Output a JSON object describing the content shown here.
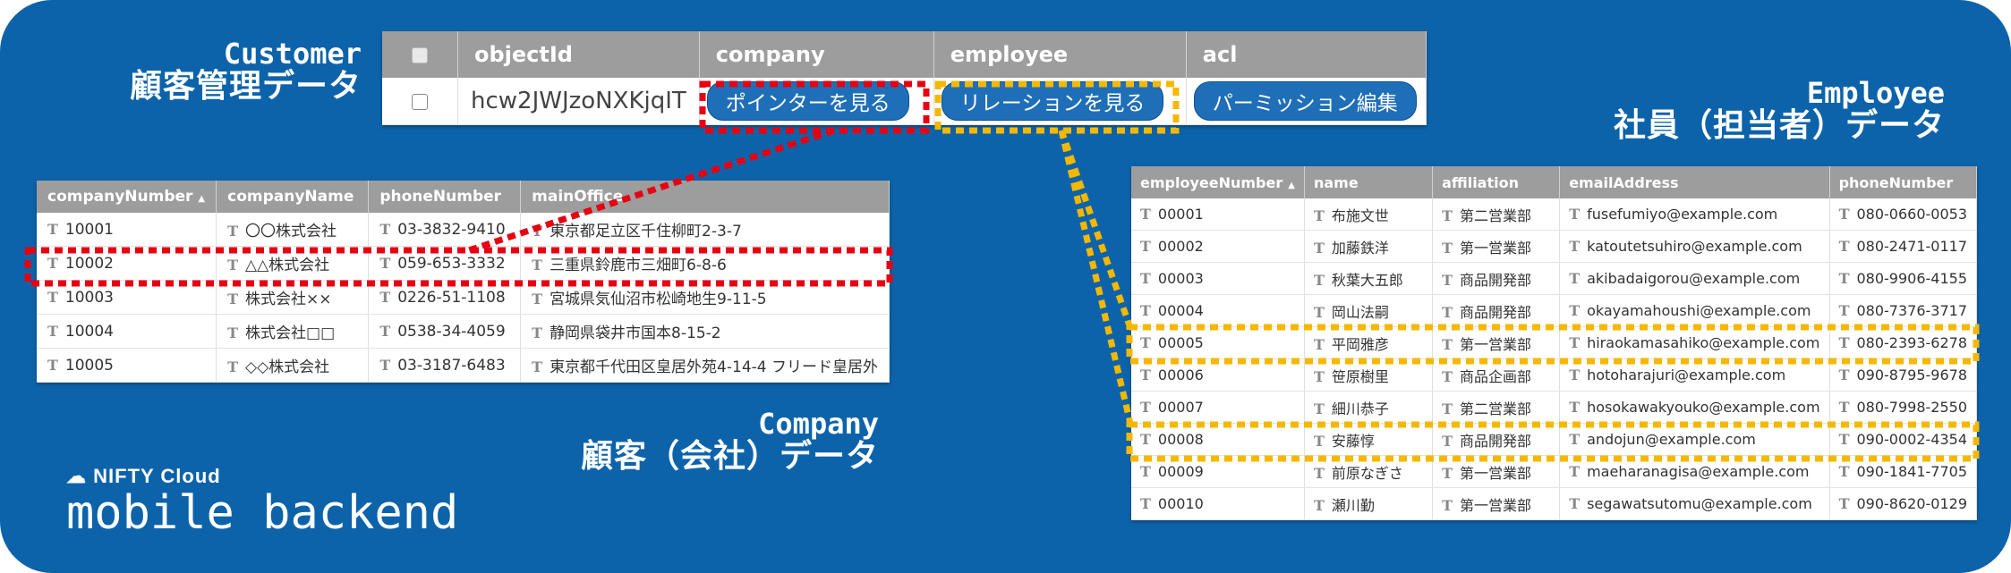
{
  "labels": {
    "customer_en": "Customer",
    "customer_ja": "顧客管理データ",
    "company_en": "Company",
    "company_ja": "顧客（会社）データ",
    "employee_en": "Employee",
    "employee_ja": "社員（担当者）データ"
  },
  "customer": {
    "headers": [
      "objectId",
      "company",
      "employee",
      "acl"
    ],
    "row": {
      "objectId": "hcw2JWJzoNXKjqIT",
      "company_button": "ポインターを見る",
      "employee_button": "リレーションを見る",
      "acl_button": "パーミッション編集"
    }
  },
  "company": {
    "headers": [
      "companyNumber",
      "companyName",
      "phoneNumber",
      "mainOffice"
    ],
    "rows": [
      [
        "10001",
        "〇〇株式会社",
        "03-3832-9410",
        "東京都足立区千住柳町2-3-7"
      ],
      [
        "10002",
        "△△株式会社",
        "059-653-3332",
        "三重県鈴鹿市三畑町6-8-6"
      ],
      [
        "10003",
        "株式会社××",
        "0226-51-1108",
        "宮城県気仙沼市松崎地生9-11-5"
      ],
      [
        "10004",
        "株式会社□□",
        "0538-34-4059",
        "静岡県袋井市国本8-15-2"
      ],
      [
        "10005",
        "◇◇株式会社",
        "03-3187-6483",
        "東京都千代田区皇居外苑4-14-4 フリード皇居外"
      ]
    ]
  },
  "employee": {
    "headers": [
      "employeeNumber",
      "name",
      "affiliation",
      "emailAddress",
      "phoneNumber"
    ],
    "rows": [
      [
        "00001",
        "布施文世",
        "第二営業部",
        "fusefumiyo@example.com",
        "080-0660-0053"
      ],
      [
        "00002",
        "加藤鉄洋",
        "第一営業部",
        "katoutetsuhiro@example.com",
        "080-2471-0117"
      ],
      [
        "00003",
        "秋葉大五郎",
        "商品開発部",
        "akibadaigorou@example.com",
        "080-9906-4155"
      ],
      [
        "00004",
        "岡山法嗣",
        "商品開発部",
        "okayamahoushi@example.com",
        "080-7376-3717"
      ],
      [
        "00005",
        "平岡雅彦",
        "第一営業部",
        "hiraokamasahiko@example.com",
        "080-2393-6278"
      ],
      [
        "00006",
        "笹原樹里",
        "商品企画部",
        "hotoharajuri@example.com",
        "090-8795-9678"
      ],
      [
        "00007",
        "細川恭子",
        "第二営業部",
        "hosokawakyouko@example.com",
        "080-7998-2550"
      ],
      [
        "00008",
        "安藤惇",
        "商品開発部",
        "andojun@example.com",
        "090-0002-4354"
      ],
      [
        "00009",
        "前原なぎさ",
        "第一営業部",
        "maeharanagisa@example.com",
        "090-1841-7705"
      ],
      [
        "00010",
        "瀬川勤",
        "第一営業部",
        "segawatsutomu@example.com",
        "090-8620-0129"
      ]
    ]
  },
  "logo": {
    "small": "NIFTY Cloud",
    "big": "mobile backend"
  },
  "colors": {
    "background": "#0d63aa",
    "pointer_highlight": "#e60012",
    "relation_highlight": "#f5b800",
    "header_gray": "#9d9d9d",
    "button_blue": "#1f6fb8"
  }
}
